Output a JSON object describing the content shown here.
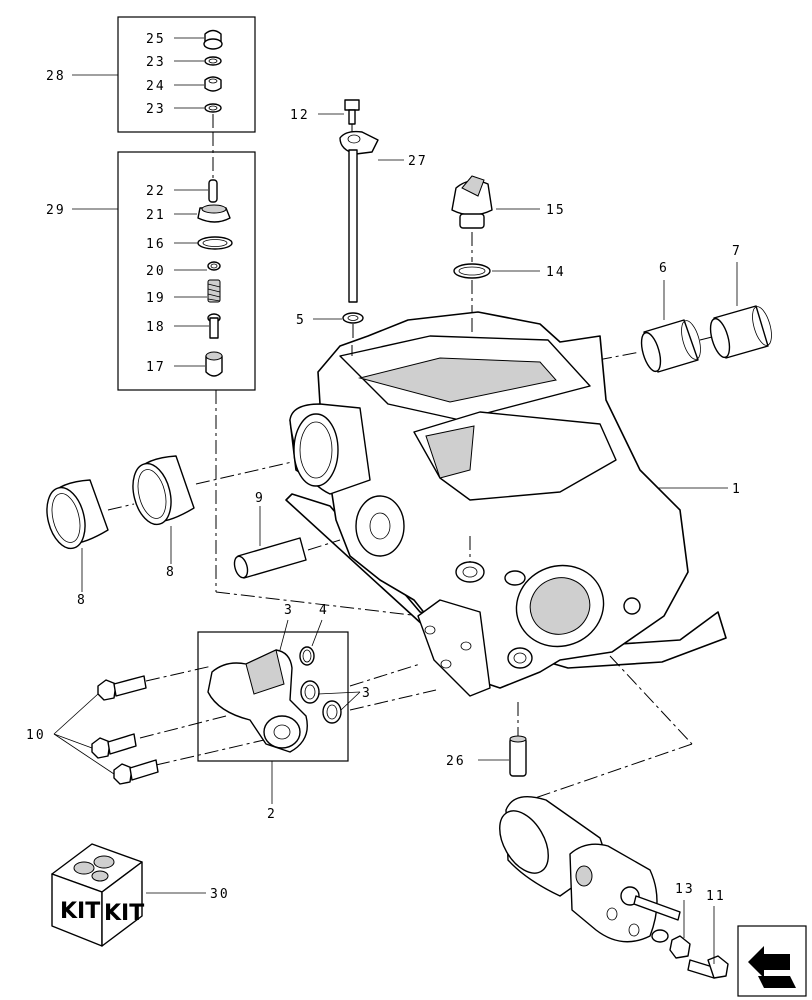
{
  "callouts": [
    {
      "id": "25",
      "label": "25"
    },
    {
      "id": "23a",
      "label": "23"
    },
    {
      "id": "24",
      "label": "24"
    },
    {
      "id": "23b",
      "label": "23"
    },
    {
      "id": "28",
      "label": "28"
    },
    {
      "id": "12",
      "label": "12"
    },
    {
      "id": "27",
      "label": "27"
    },
    {
      "id": "22",
      "label": "22"
    },
    {
      "id": "21",
      "label": "21"
    },
    {
      "id": "16",
      "label": "16"
    },
    {
      "id": "20",
      "label": "20"
    },
    {
      "id": "19",
      "label": "19"
    },
    {
      "id": "18",
      "label": "18"
    },
    {
      "id": "17",
      "label": "17"
    },
    {
      "id": "29",
      "label": "29"
    },
    {
      "id": "15",
      "label": "15"
    },
    {
      "id": "14",
      "label": "14"
    },
    {
      "id": "6",
      "label": "6"
    },
    {
      "id": "7",
      "label": "7"
    },
    {
      "id": "5",
      "label": "5"
    },
    {
      "id": "1",
      "label": "1"
    },
    {
      "id": "9",
      "label": "9"
    },
    {
      "id": "8a",
      "label": "8"
    },
    {
      "id": "8b",
      "label": "8"
    },
    {
      "id": "3a",
      "label": "3"
    },
    {
      "id": "4",
      "label": "4"
    },
    {
      "id": "3b",
      "label": "3"
    },
    {
      "id": "10",
      "label": "10"
    },
    {
      "id": "2",
      "label": "2"
    },
    {
      "id": "26",
      "label": "26"
    },
    {
      "id": "30",
      "label": "30"
    },
    {
      "id": "13",
      "label": "13"
    },
    {
      "id": "11",
      "label": "11"
    }
  ],
  "kit_label_left": "KIT",
  "kit_label_right": "KIT",
  "nav": {
    "icon": "next-page-arrow-icon"
  },
  "colors": {
    "line": "#000000",
    "shade": "#cfcfcf",
    "background": "#ffffff"
  }
}
